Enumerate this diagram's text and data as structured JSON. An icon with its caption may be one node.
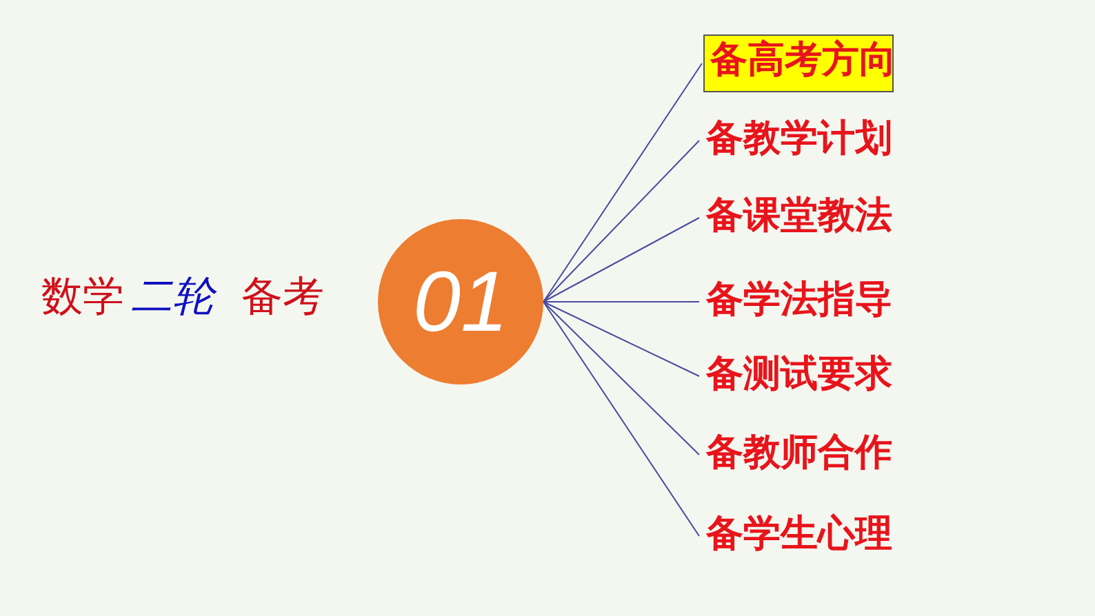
{
  "diagram": {
    "nodes": [
      {
        "text": [
          "01"
        ]
      },
      {
        "text": [
          "备高考方向"
        ]
      },
      {
        "text": [
          "备教学计划"
        ]
      },
      {
        "text": [
          "备课堂教法"
        ]
      },
      {
        "text": [
          "备学法指导"
        ]
      },
      {
        "text": [
          "备测试要求"
        ]
      },
      {
        "text": [
          "备教师合作"
        ]
      },
      {
        "text": [
          "备学生心理"
        ]
      }
    ],
    "edges": [
      {
        "from": 0,
        "to": 1,
        "arrow": "none"
      },
      {
        "from": 0,
        "to": 2,
        "arrow": "none"
      },
      {
        "from": 0,
        "to": 3,
        "arrow": "none"
      },
      {
        "from": 0,
        "to": 4,
        "arrow": "none"
      },
      {
        "from": 0,
        "to": 5,
        "arrow": "none"
      },
      {
        "from": 0,
        "to": 6,
        "arrow": "none"
      },
      {
        "from": 0,
        "to": 7,
        "arrow": "none"
      }
    ],
    "labels": [
      "数学",
      "二轮",
      "备考"
    ]
  }
}
